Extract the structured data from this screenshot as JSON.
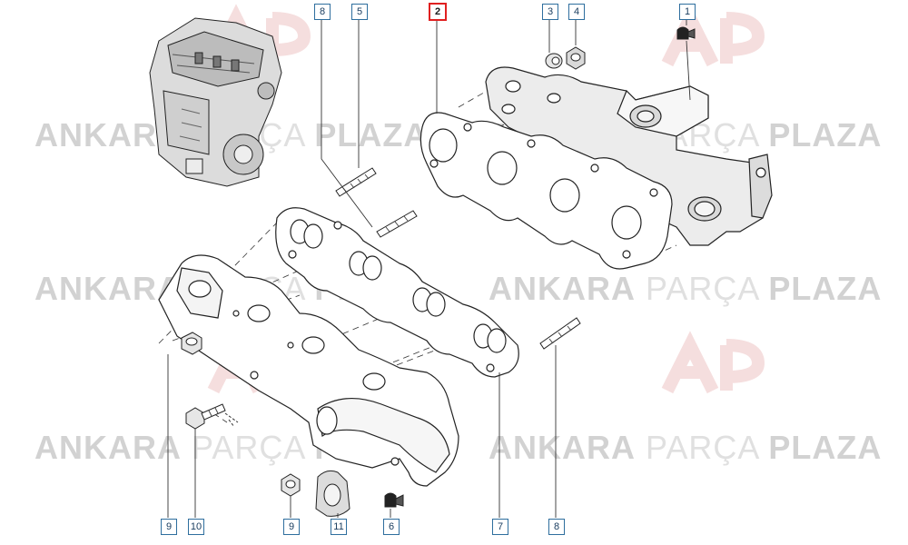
{
  "watermark": {
    "brand_bold_1": "ANKARA",
    "brand_light": "PARÇA",
    "brand_bold_2": "PLAZA"
  },
  "callouts": [
    {
      "id": "top-8",
      "label": "8",
      "highlight": false
    },
    {
      "id": "top-5",
      "label": "5",
      "highlight": false
    },
    {
      "id": "top-2",
      "label": "2",
      "highlight": true
    },
    {
      "id": "top-3",
      "label": "3",
      "highlight": false
    },
    {
      "id": "top-4",
      "label": "4",
      "highlight": false
    },
    {
      "id": "top-1",
      "label": "1",
      "highlight": false
    },
    {
      "id": "bot-9a",
      "label": "9",
      "highlight": false
    },
    {
      "id": "bot-10",
      "label": "10",
      "highlight": false
    },
    {
      "id": "bot-9b",
      "label": "9",
      "highlight": false
    },
    {
      "id": "bot-11",
      "label": "11",
      "highlight": false
    },
    {
      "id": "bot-6",
      "label": "6",
      "highlight": false
    },
    {
      "id": "bot-7",
      "label": "7",
      "highlight": false
    },
    {
      "id": "bot-8",
      "label": "8",
      "highlight": false
    }
  ],
  "colors": {
    "callout_border": "#2e6e9e",
    "highlight_border": "#e02020",
    "line": "#222222"
  }
}
